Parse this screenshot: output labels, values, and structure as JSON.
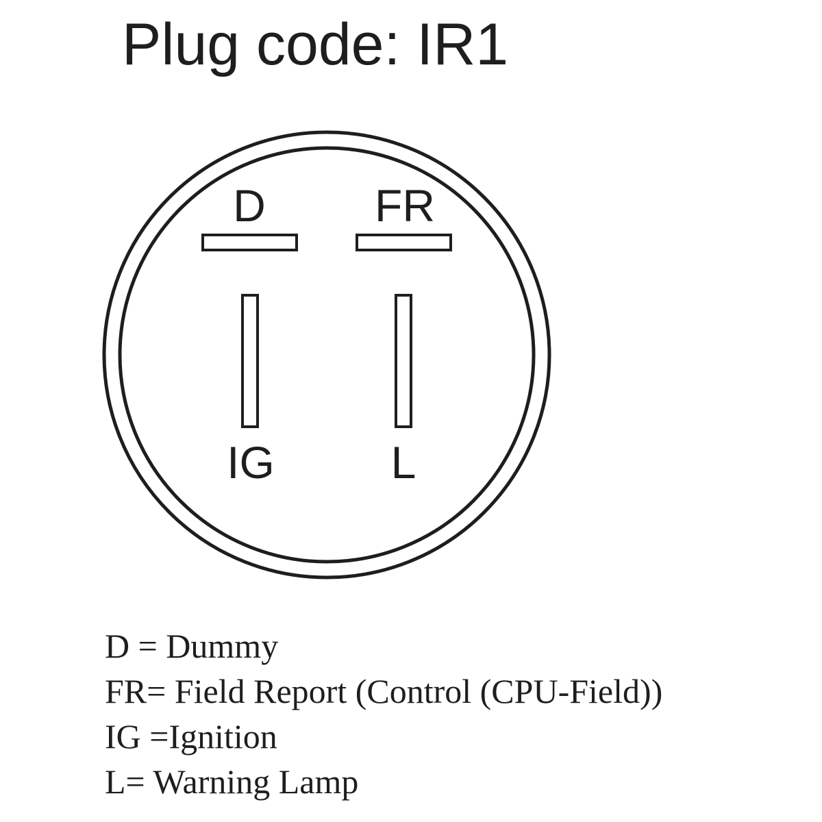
{
  "title": "Plug code: IR1",
  "pins": [
    {
      "code": "D"
    },
    {
      "code": "FR"
    },
    {
      "code": "IG"
    },
    {
      "code": "L"
    }
  ],
  "legend": [
    "D = Dummy",
    "FR= Field Report (Control (CPU-Field))",
    "IG =Ignition",
    "L= Warning Lamp"
  ],
  "colors": {
    "stroke": "#1e1e1e",
    "background": "#ffffff"
  }
}
